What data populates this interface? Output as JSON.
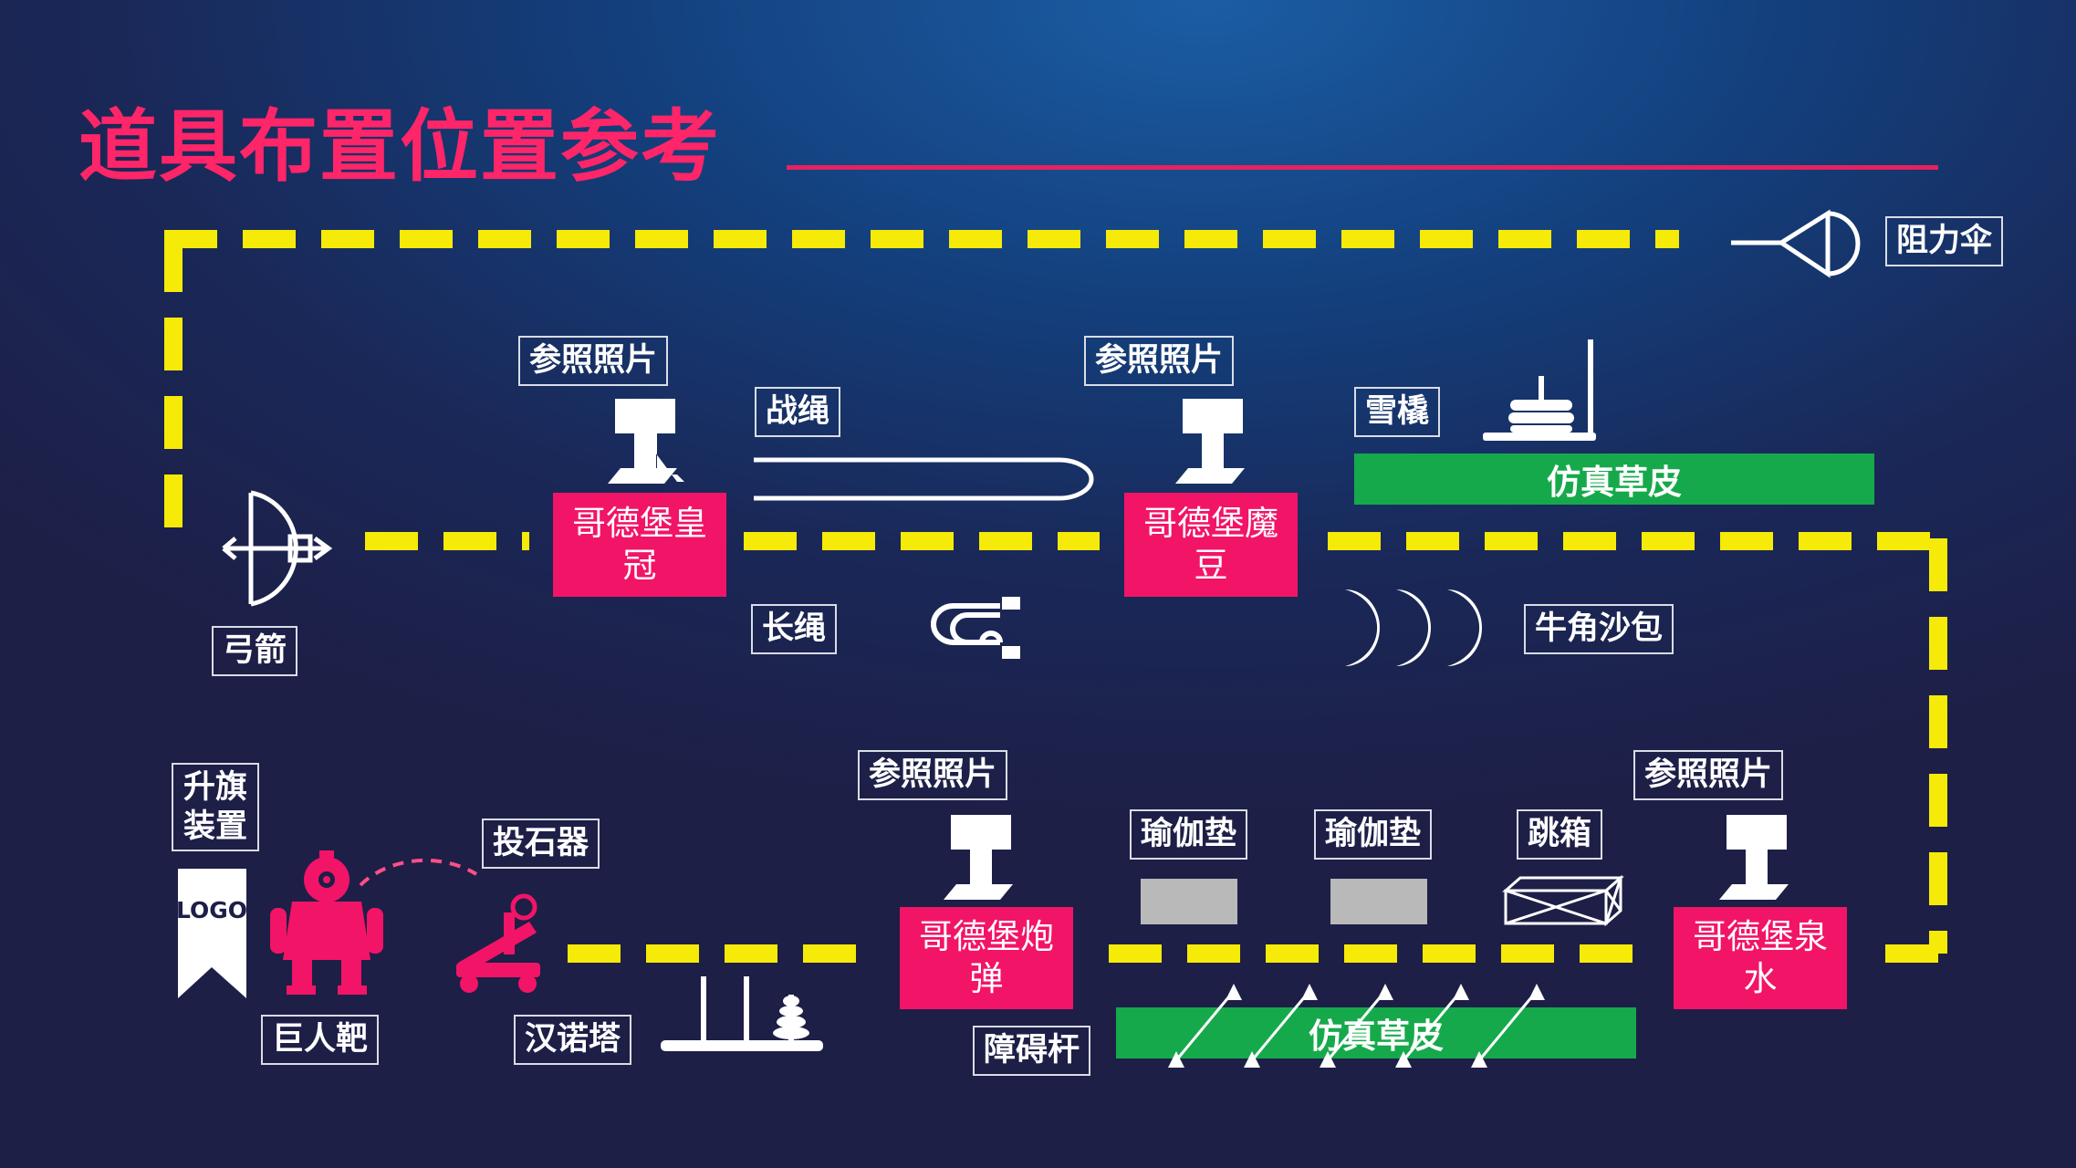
{
  "title": "道具布置位置参考",
  "colors": {
    "title": "#ff2569",
    "accent_pink": "#f21467",
    "path_yellow": "#f6ea08",
    "grass_green": "#16a94b",
    "mat_gray": "#b9b9b9"
  },
  "labels": {
    "drag_umbrella": "阻力伞",
    "ref_photo_1": "参照照片",
    "ref_photo_2": "参照照片",
    "ref_photo_3": "参照照片",
    "ref_photo_4": "参照照片",
    "battle_rope": "战绳",
    "sled": "雪橇",
    "bow_arrow": "弓箭",
    "long_rope": "长绳",
    "ox_horn_sandbag": "牛角沙包",
    "raise_flag_device": "升旗装置",
    "catapult": "投石器",
    "yoga_mat_1": "瑜伽垫",
    "yoga_mat_2": "瑜伽垫",
    "jump_box": "跳箱",
    "giant_target": "巨人靶",
    "hanoi_tower": "汉诺塔",
    "obstacle_pole": "障碍杆"
  },
  "items": {
    "crown": "哥德堡皇冠",
    "magic_bean": "哥德堡魔豆",
    "cannonball": "哥德堡炮弹",
    "spring_water": "哥德堡泉水"
  },
  "grass": {
    "top": "仿真草皮",
    "bottom": "仿真草皮"
  },
  "logo_text": "LOGO",
  "icons": [
    "drag-umbrella-icon",
    "bow-arrow-icon",
    "stand-icon",
    "battle-rope-icon",
    "sled-icon",
    "long-rope-icon",
    "crescent-sandbag-icon",
    "flag-banner-icon",
    "robot-target-icon",
    "catapult-icon",
    "hanoi-tower-icon",
    "yoga-mat-icon",
    "jump-box-icon",
    "obstacle-pole-icon"
  ]
}
